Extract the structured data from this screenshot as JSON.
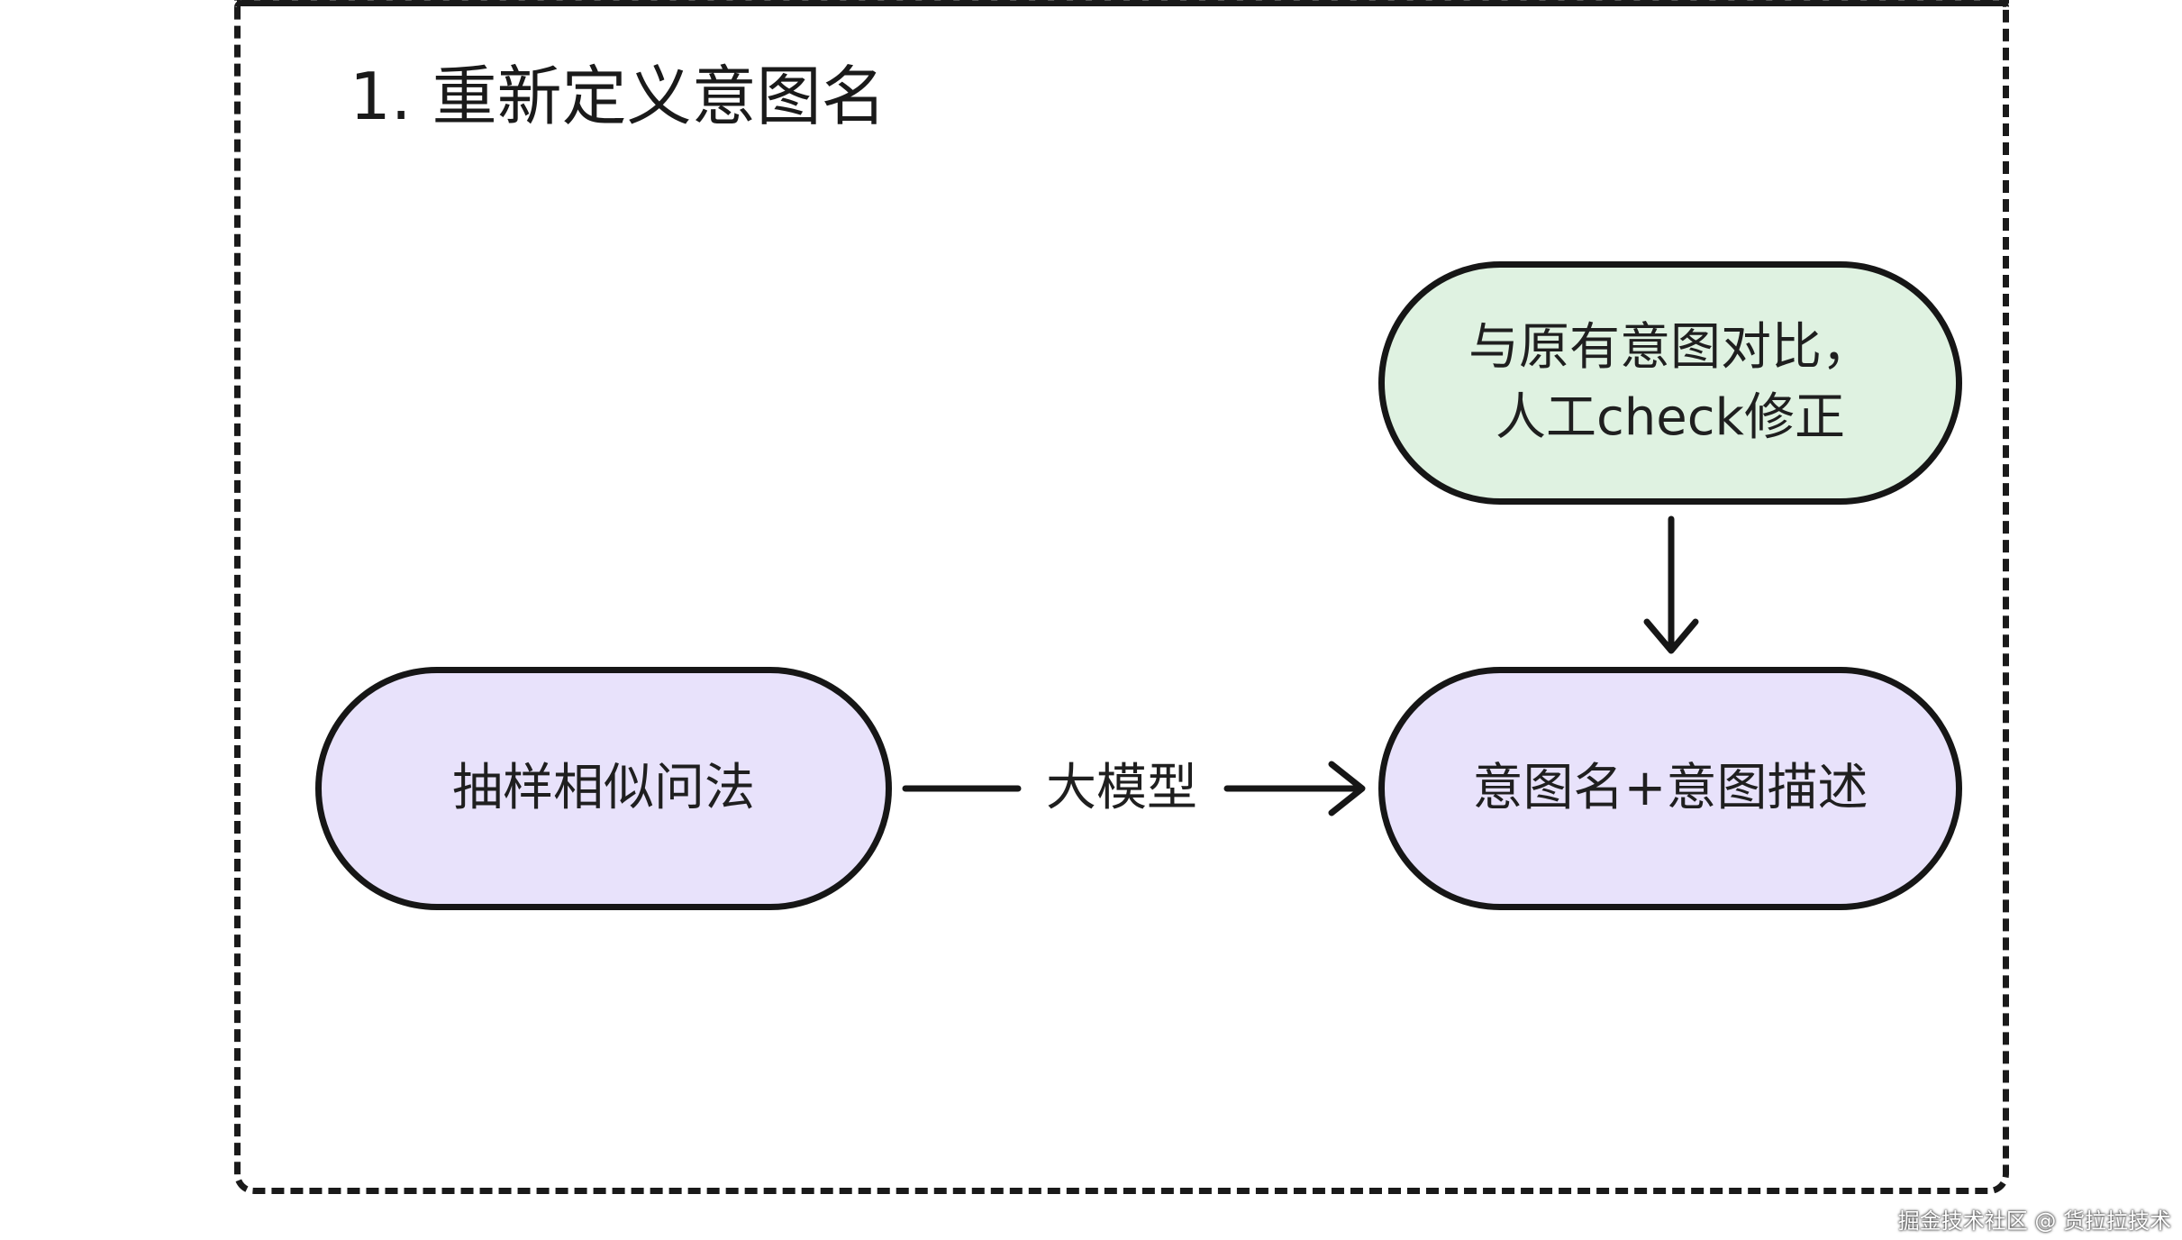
{
  "diagram": {
    "section_title": "1. 重新定义意图名",
    "nodes": {
      "sample": {
        "label": "抽样相似问法",
        "fill": "#e8e2fb"
      },
      "result": {
        "label": "意图名+意图描述",
        "fill": "#e8e2fb"
      },
      "check": {
        "label": "与原有意图对比，\n人工check修正",
        "fill": "#dff2e1"
      }
    },
    "edges": {
      "sample_to_result": {
        "label": "大模型"
      },
      "check_to_result": {
        "label": ""
      }
    }
  },
  "watermark": "掘金技术社区 @ 货拉拉技术"
}
